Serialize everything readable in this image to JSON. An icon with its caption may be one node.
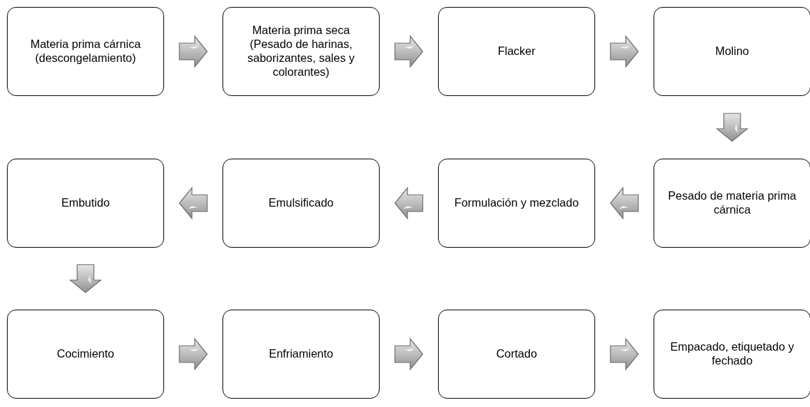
{
  "diagram": {
    "nodes": [
      {
        "text": [
          "Materia prima cárnica (descongelamiento)"
        ]
      },
      {
        "text": [
          "Materia prima seca (Pesado de harinas, saborizantes, sales y colorantes)"
        ]
      },
      {
        "text": [
          "Flacker"
        ]
      },
      {
        "text": [
          "Molino"
        ]
      },
      {
        "text": [
          "Embutido"
        ]
      },
      {
        "text": [
          "Emulsificado"
        ]
      },
      {
        "text": [
          "Formulación y mezclado"
        ]
      },
      {
        "text": [
          "Pesado de materia prima cárnica"
        ]
      },
      {
        "text": [
          "Cocimiento"
        ]
      },
      {
        "text": [
          "Enfriamiento"
        ]
      },
      {
        "text": [
          "Cortado"
        ]
      },
      {
        "text": [
          "Empacado, etiquetado y fechado"
        ]
      }
    ],
    "edges": [
      {
        "from": 0,
        "to": 1,
        "arrow": "to"
      },
      {
        "from": 1,
        "to": 2,
        "arrow": "to"
      },
      {
        "from": 2,
        "to": 3,
        "arrow": "to"
      },
      {
        "from": 3,
        "to": 7,
        "arrow": "to"
      },
      {
        "from": 7,
        "to": 6,
        "arrow": "to"
      },
      {
        "from": 6,
        "to": 5,
        "arrow": "to"
      },
      {
        "from": 5,
        "to": 4,
        "arrow": "to"
      },
      {
        "from": 4,
        "to": 8,
        "arrow": "to"
      },
      {
        "from": 8,
        "to": 9,
        "arrow": "to"
      },
      {
        "from": 9,
        "to": 10,
        "arrow": "to"
      },
      {
        "from": 10,
        "to": 11,
        "arrow": "to"
      }
    ]
  }
}
